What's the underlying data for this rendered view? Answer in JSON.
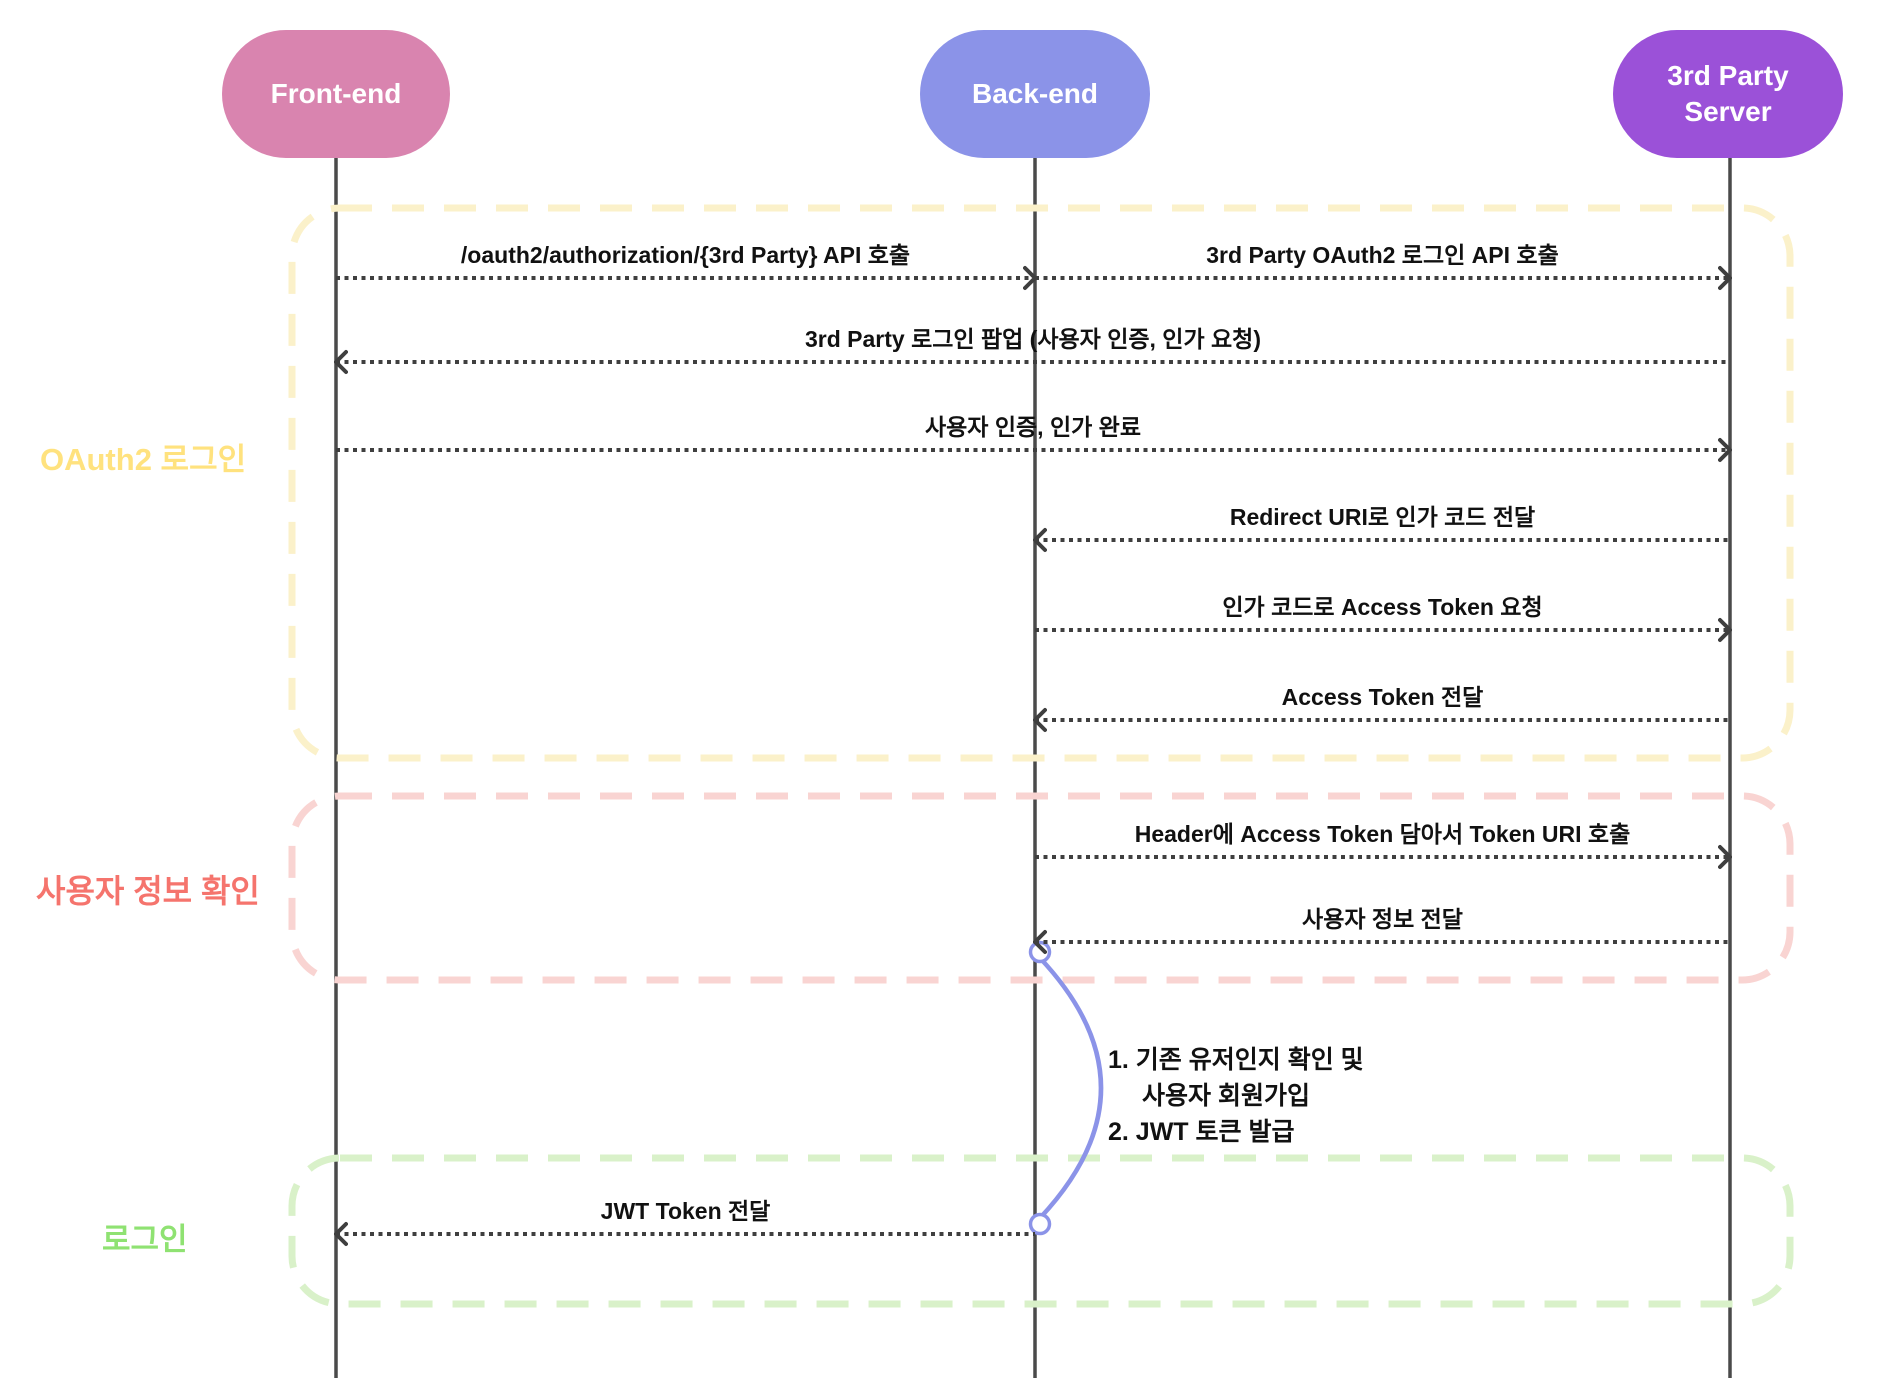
{
  "diagram": {
    "actors": [
      {
        "id": "frontend",
        "label": "Front-end",
        "color": "#d984af"
      },
      {
        "id": "backend",
        "label": "Back-end",
        "color": "#8b93e8"
      },
      {
        "id": "third-party",
        "label": "3rd Party Server",
        "color": "#9b51d8"
      }
    ],
    "sections": [
      {
        "id": "oauth2-login",
        "label": "OAuth2 로그인",
        "label_color": "#ffe27e",
        "border_color": "#fbf1ca"
      },
      {
        "id": "user-info-check",
        "label": "사용자 정보 확인",
        "label_color": "#f5746d",
        "border_color": "#f9d4d2"
      },
      {
        "id": "login",
        "label": "로그인",
        "label_color": "#8fe272",
        "border_color": "#d9f1c9"
      }
    ],
    "messages": [
      {
        "label": "/oauth2/authorization/{3rd Party} API 호출",
        "from": "Front-end",
        "to": "Back-end",
        "direction": "right"
      },
      {
        "label": "3rd Party OAuth2 로그인 API 호출",
        "from": "Back-end",
        "to": "3rd Party Server",
        "direction": "right"
      },
      {
        "label": "3rd Party 로그인 팝업 (사용자 인증, 인가 요청)",
        "from": "3rd Party Server",
        "to": "Front-end",
        "direction": "left"
      },
      {
        "label": "사용자 인증, 인가 완료",
        "from": "Front-end",
        "to": "3rd Party Server",
        "direction": "right"
      },
      {
        "label": "Redirect URI로 인가 코드 전달",
        "from": "3rd Party Server",
        "to": "Back-end",
        "direction": "left"
      },
      {
        "label": "인가 코드로 Access Token 요청",
        "from": "Back-end",
        "to": "3rd Party Server",
        "direction": "right"
      },
      {
        "label": "Access Token 전달",
        "from": "3rd Party Server",
        "to": "Back-end",
        "direction": "left"
      },
      {
        "label": "Header에 Access Token 담아서 Token URI 호출",
        "from": "Back-end",
        "to": "3rd Party Server",
        "direction": "right"
      },
      {
        "label": "사용자 정보 전달",
        "from": "3rd Party Server",
        "to": "Back-end",
        "direction": "left"
      },
      {
        "label": "JWT Token 전달",
        "from": "Back-end",
        "to": "Front-end",
        "direction": "left"
      }
    ],
    "note": {
      "line1": "1. 기존 유저인지 확인 및",
      "line2": "사용자 회원가입",
      "line3": "2. JWT 토큰 발급"
    },
    "colors": {
      "lifeline": "#4a4a4a",
      "arrow": "#3f3f3f",
      "self_call_curve": "#8b93e8"
    }
  }
}
